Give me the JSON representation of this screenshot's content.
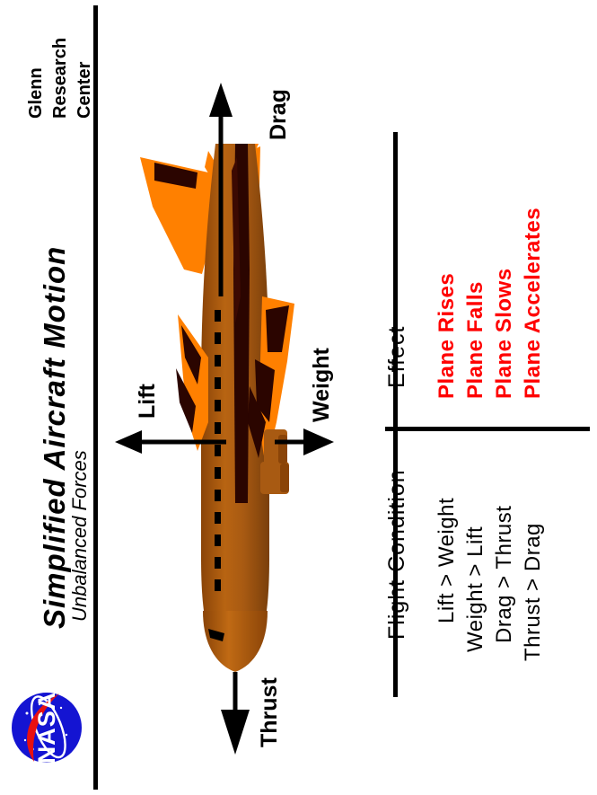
{
  "branding": {
    "org_lines": [
      "Glenn",
      "Research",
      "Center"
    ],
    "logo_name": "nasa-meatball-logo",
    "logo_colors": {
      "circle": "#1414D2",
      "swoosh": "#E81010",
      "text": "#FFFFFF"
    }
  },
  "header": {
    "title": "Simplified  Aircraft  Motion",
    "subtitle": "Unbalanced Forces"
  },
  "diagram": {
    "name": "aircraft-force-diagram",
    "aircraft_colors": {
      "fuselage": "#A85A12",
      "fuselage_shadow": "#7A3F0B",
      "wing": "#FF8000",
      "wing_dark": "#2B0500",
      "canopy": "#2B0500"
    },
    "forces": [
      {
        "label": "Drag",
        "direction": "up"
      },
      {
        "label": "Lift",
        "direction": "left"
      },
      {
        "label": "Weight",
        "direction": "right"
      },
      {
        "label": "Thrust",
        "direction": "down"
      }
    ]
  },
  "table": {
    "columns": [
      "Flight Condition",
      "Effect"
    ],
    "rows": [
      {
        "condition": "Lift > Weight",
        "effect": "Plane Rises"
      },
      {
        "condition": "Weight > Lift",
        "effect": "Plane Falls"
      },
      {
        "condition": "Drag > Thrust",
        "effect": "Plane Slows"
      },
      {
        "condition": "Thrust > Drag",
        "effect": "Plane Accelerates"
      }
    ],
    "effect_color": "#FF0000",
    "condition_color": "#000000"
  }
}
